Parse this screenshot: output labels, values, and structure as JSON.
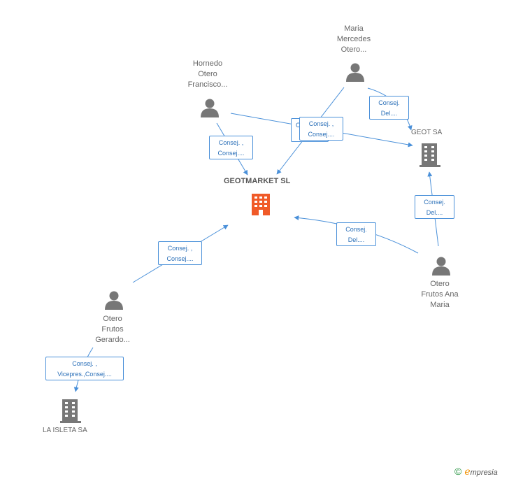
{
  "center": {
    "name": "GEOTMARKET SL",
    "color": "#f05a28"
  },
  "companies": {
    "geot": {
      "name": "GEOT SA"
    },
    "isleta": {
      "name": "LA ISLETA SA"
    }
  },
  "persons": {
    "maria": {
      "lines": [
        "Maria",
        "Mercedes",
        "Otero..."
      ]
    },
    "hornedo": {
      "lines": [
        "Hornedo",
        "Otero",
        "Francisco..."
      ]
    },
    "ana": {
      "lines": [
        "Otero",
        "Frutos Ana",
        "Maria"
      ]
    },
    "gerardo": {
      "lines": [
        "Otero",
        "Frutos",
        "Gerardo..."
      ]
    }
  },
  "edges": {
    "hornedo_center": [
      "Consej. ,",
      "Consej...."
    ],
    "maria_center": [
      "Consej. ,",
      "Consej...."
    ],
    "hornedo_geot_hidden": [
      "C"
    ],
    "maria_geot": [
      "Consej.",
      "Del...."
    ],
    "ana_geot": [
      "Consej.",
      "Del...."
    ],
    "ana_center": [
      "Consej.",
      "Del...."
    ],
    "gerardo_center": [
      "Consej. ,",
      "Consej...."
    ],
    "gerardo_isleta": [
      "Consej. ,",
      "Vicepres.,Consej...."
    ]
  },
  "colors": {
    "edge": "#4a90d9",
    "person": "#777777",
    "company": "#777777"
  },
  "copyright": {
    "symbol": "©",
    "brand_initial": "e",
    "brand_rest": "mpresia"
  }
}
